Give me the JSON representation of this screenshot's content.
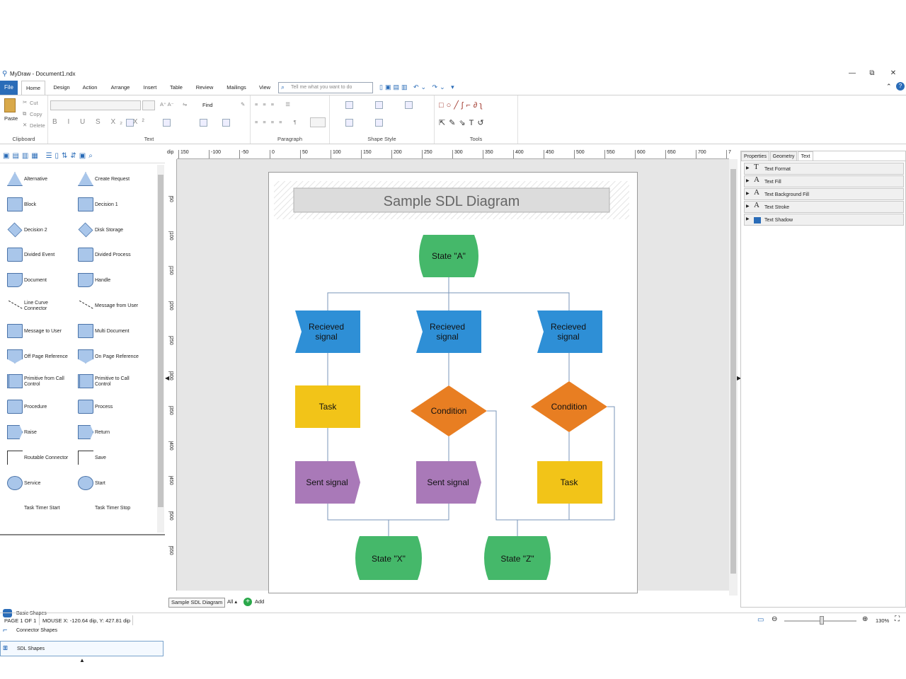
{
  "titlebar": {
    "title": "MyDraw - Document1.ndx",
    "minimize": "—",
    "maximize": "⧉",
    "close": "✕"
  },
  "tabs": {
    "file": "File",
    "items": [
      "Home",
      "Design",
      "Action",
      "Arrange",
      "Insert",
      "Table",
      "Review",
      "Mailings",
      "View"
    ]
  },
  "search": {
    "placeholder": "Tell me what you want to do"
  },
  "ribbon": {
    "clipboard": {
      "label": "Clipboard",
      "paste": "Paste",
      "cut": "Cut",
      "copy": "Copy",
      "delete": "Delete"
    },
    "text": {
      "label": "Text",
      "find": "Find"
    },
    "paragraph": {
      "label": "Paragraph"
    },
    "shape_style": {
      "label": "Shape Style"
    },
    "tools": {
      "label": "Tools"
    }
  },
  "shapes": [
    [
      "Alternative",
      "Create Request"
    ],
    [
      "Block",
      "Decision 1"
    ],
    [
      "Decision 2",
      "Disk Storage"
    ],
    [
      "Divided Event",
      "Divided Process"
    ],
    [
      "Document",
      "Handle"
    ],
    [
      "Line Curve Connector",
      "Message from User"
    ],
    [
      "Message to User",
      "Multi Document"
    ],
    [
      "Off Page Reference",
      "On Page Reference"
    ],
    [
      "Primitive from Call Control",
      "Primitive to Call Control"
    ],
    [
      "Procedure",
      "Process"
    ],
    [
      "Raise",
      "Return"
    ],
    [
      "Routable Connector",
      "Save"
    ],
    [
      "Service",
      "Start"
    ],
    [
      "Task Timer Start",
      "Task Timer Stop"
    ]
  ],
  "categories": [
    "Basic Shapes",
    "Connector Shapes",
    "SDL Shapes"
  ],
  "ruler": {
    "unit": "dip",
    "h": [
      "150",
      "-100",
      "-50",
      "0",
      "50",
      "100",
      "150",
      "200",
      "250",
      "300",
      "350",
      "400",
      "450",
      "500",
      "550",
      "600",
      "650",
      "700",
      "7"
    ],
    "v": [
      "50",
      "100",
      "150",
      "200",
      "250",
      "300",
      "350",
      "400",
      "450",
      "500",
      "550"
    ]
  },
  "diagram": {
    "title": "Sample SDL Diagram",
    "state_a": "State \"A\"",
    "recv": "Recieved signal",
    "task": "Task",
    "condition": "Condition",
    "sent": "Sent signal",
    "state_x": "State \"X\"",
    "state_z": "State \"Z\"",
    "colors": {
      "state": "#45b86a",
      "recv": "#2e8fd6",
      "task": "#f2c418",
      "cond": "#e87e22",
      "sent": "#a979b8"
    }
  },
  "pagetabs": {
    "current": "Sample SDL Diagram",
    "all": "All ▴",
    "add": "Add"
  },
  "rightpanel": {
    "tabs": [
      "Properties",
      "Geometry",
      "Text"
    ],
    "items": [
      "Text Format",
      "Text Fill",
      "Text Background Fill",
      "Text Stroke",
      "Text Shadow"
    ]
  },
  "status": {
    "page": "PAGE 1 OF 1",
    "mouse": "MOUSE X: -120.64 dip, Y: 427.81 dip",
    "zoom": "130%"
  }
}
